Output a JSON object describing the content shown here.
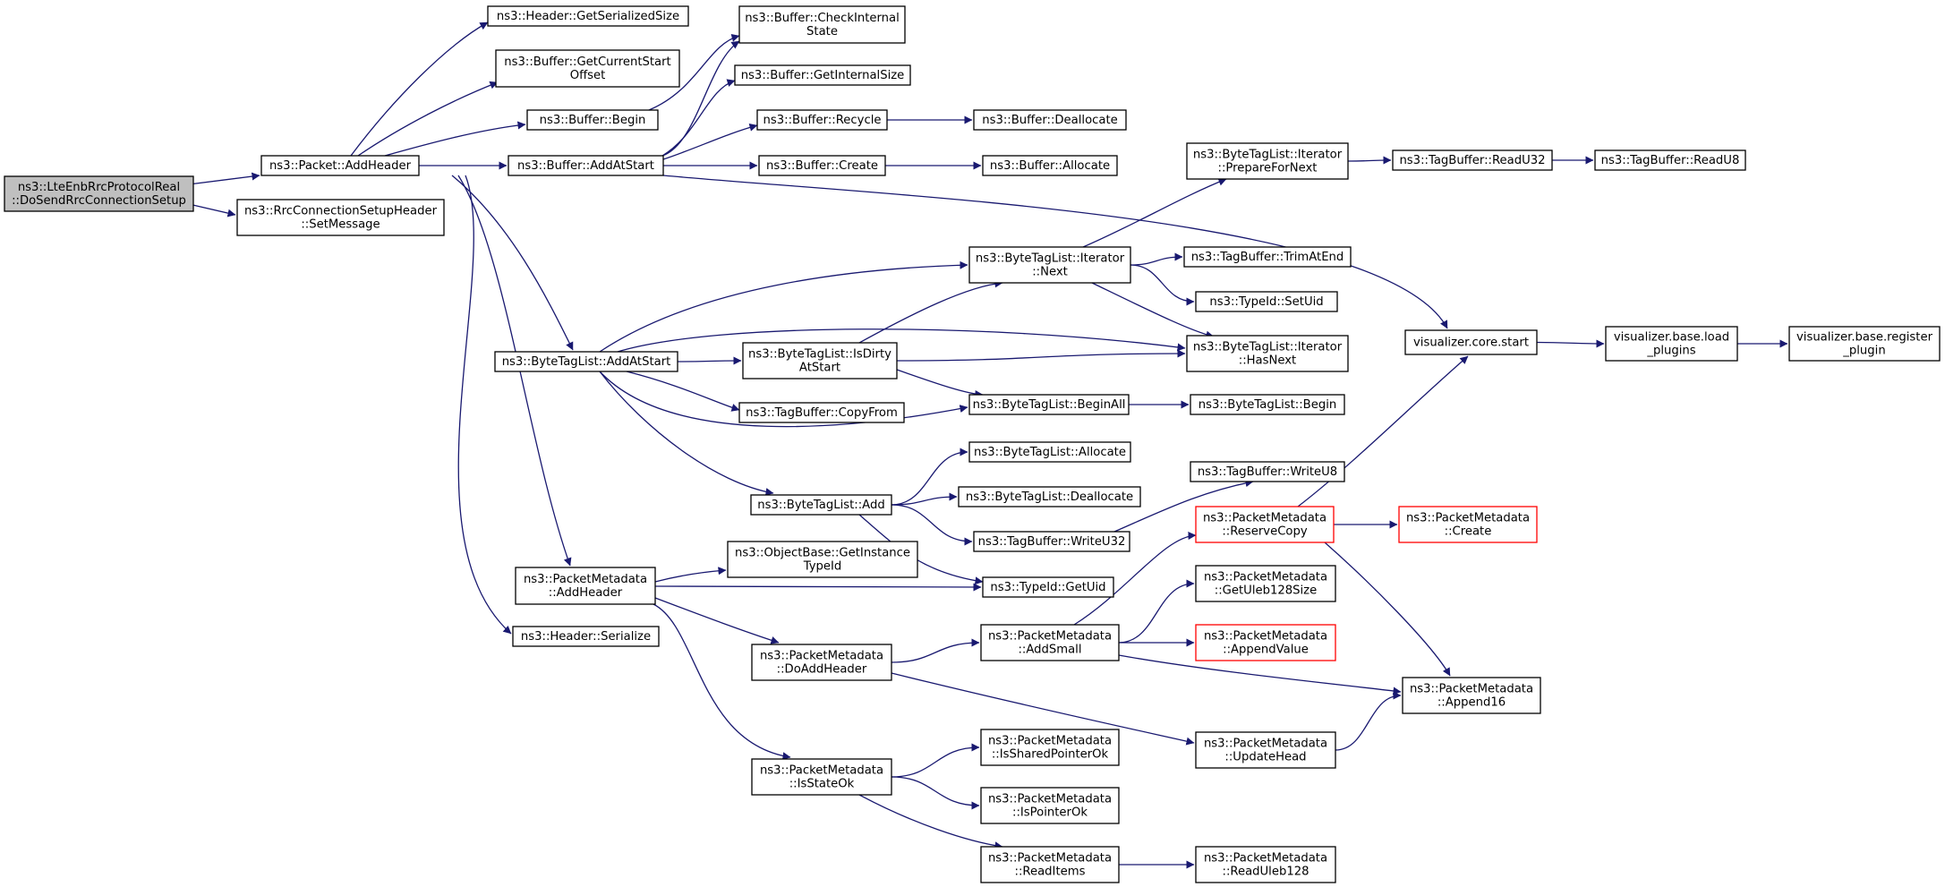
{
  "colors": {
    "edge": "#191970",
    "box_border": "#000000",
    "truncated_border": "#ff0000",
    "root_fill": "#bfbfbf",
    "node_fill": "#ffffff"
  },
  "nodes": [
    {
      "id": "root",
      "lines": [
        "ns3::LteEnbRrcProtocolReal",
        "::DoSendRrcConnectionSetup"
      ],
      "style": "root"
    },
    {
      "id": "addheader",
      "lines": [
        "ns3::Packet::AddHeader"
      ],
      "style": "normal"
    },
    {
      "id": "setmessage",
      "lines": [
        "ns3::RrcConnectionSetupHeader",
        "::SetMessage"
      ],
      "style": "normal"
    },
    {
      "id": "getserialized",
      "lines": [
        "ns3::Header::GetSerializedSize"
      ],
      "style": "normal"
    },
    {
      "id": "getcurrentstart",
      "lines": [
        "ns3::Buffer::GetCurrentStart",
        "Offset"
      ],
      "style": "normal"
    },
    {
      "id": "bufbegin",
      "lines": [
        "ns3::Buffer::Begin"
      ],
      "style": "normal"
    },
    {
      "id": "bufaddatstart",
      "lines": [
        "ns3::Buffer::AddAtStart"
      ],
      "style": "normal"
    },
    {
      "id": "btladdatstart",
      "lines": [
        "ns3::ByteTagList::AddAtStart"
      ],
      "style": "normal"
    },
    {
      "id": "pmaddheader",
      "lines": [
        "ns3::PacketMetadata",
        "::AddHeader"
      ],
      "style": "normal"
    },
    {
      "id": "hdrserialize",
      "lines": [
        "ns3::Header::Serialize"
      ],
      "style": "normal"
    },
    {
      "id": "checkinternal",
      "lines": [
        "ns3::Buffer::CheckInternal",
        "State"
      ],
      "style": "normal"
    },
    {
      "id": "getinternalsize",
      "lines": [
        "ns3::Buffer::GetInternalSize"
      ],
      "style": "normal"
    },
    {
      "id": "recycle",
      "lines": [
        "ns3::Buffer::Recycle"
      ],
      "style": "normal"
    },
    {
      "id": "bufcreate",
      "lines": [
        "ns3::Buffer::Create"
      ],
      "style": "normal"
    },
    {
      "id": "dealloc",
      "lines": [
        "ns3::Buffer::Deallocate"
      ],
      "style": "normal"
    },
    {
      "id": "bufalloc",
      "lines": [
        "ns3::Buffer::Allocate"
      ],
      "style": "normal"
    },
    {
      "id": "vizstart",
      "lines": [
        "visualizer.core.start"
      ],
      "style": "normal"
    },
    {
      "id": "vizload",
      "lines": [
        "visualizer.base.load",
        "_plugins"
      ],
      "style": "normal"
    },
    {
      "id": "vizreg",
      "lines": [
        "visualizer.base.register",
        "_plugin"
      ],
      "style": "normal"
    },
    {
      "id": "itnext",
      "lines": [
        "ns3::ByteTagList::Iterator",
        "::Next"
      ],
      "style": "normal"
    },
    {
      "id": "isdirty",
      "lines": [
        "ns3::ByteTagList::IsDirty",
        "AtStart"
      ],
      "style": "normal"
    },
    {
      "id": "copyfrom",
      "lines": [
        "ns3::TagBuffer::CopyFrom"
      ],
      "style": "normal"
    },
    {
      "id": "btladd",
      "lines": [
        "ns3::ByteTagList::Add"
      ],
      "style": "normal"
    },
    {
      "id": "preparefornext",
      "lines": [
        "ns3::ByteTagList::Iterator",
        "::PrepareForNext"
      ],
      "style": "normal"
    },
    {
      "id": "readu32",
      "lines": [
        "ns3::TagBuffer::ReadU32"
      ],
      "style": "normal"
    },
    {
      "id": "readu8",
      "lines": [
        "ns3::TagBuffer::ReadU8"
      ],
      "style": "normal"
    },
    {
      "id": "trimatend",
      "lines": [
        "ns3::TagBuffer::TrimAtEnd"
      ],
      "style": "normal"
    },
    {
      "id": "setuid",
      "lines": [
        "ns3::TypeId::SetUid"
      ],
      "style": "normal"
    },
    {
      "id": "hasnext",
      "lines": [
        "ns3::ByteTagList::Iterator",
        "::HasNext"
      ],
      "style": "normal"
    },
    {
      "id": "beginall",
      "lines": [
        "ns3::ByteTagList::BeginAll"
      ],
      "style": "normal"
    },
    {
      "id": "btlbegin",
      "lines": [
        "ns3::ByteTagList::Begin"
      ],
      "style": "normal"
    },
    {
      "id": "btlalloc",
      "lines": [
        "ns3::ByteTagList::Allocate"
      ],
      "style": "normal"
    },
    {
      "id": "btldealloc",
      "lines": [
        "ns3::ByteTagList::Deallocate"
      ],
      "style": "normal"
    },
    {
      "id": "writeu32",
      "lines": [
        "ns3::TagBuffer::WriteU32"
      ],
      "style": "normal"
    },
    {
      "id": "writeu8",
      "lines": [
        "ns3::TagBuffer::WriteU8"
      ],
      "style": "normal"
    },
    {
      "id": "getuid",
      "lines": [
        "ns3::TypeId::GetUid"
      ],
      "style": "normal"
    },
    {
      "id": "getinstancetypeid",
      "lines": [
        "ns3::ObjectBase::GetInstance",
        "TypeId"
      ],
      "style": "normal"
    },
    {
      "id": "doaddheader",
      "lines": [
        "ns3::PacketMetadata",
        "::DoAddHeader"
      ],
      "style": "normal"
    },
    {
      "id": "isstateok",
      "lines": [
        "ns3::PacketMetadata",
        "::IsStateOk"
      ],
      "style": "normal"
    },
    {
      "id": "addsmall",
      "lines": [
        "ns3::PacketMetadata",
        "::AddSmall"
      ],
      "style": "normal"
    },
    {
      "id": "reservecopy",
      "lines": [
        "ns3::PacketMetadata",
        "::ReserveCopy"
      ],
      "style": "truncated"
    },
    {
      "id": "pmcreate",
      "lines": [
        "ns3::PacketMetadata",
        "::Create"
      ],
      "style": "truncated"
    },
    {
      "id": "getuleb",
      "lines": [
        "ns3::PacketMetadata",
        "::GetUleb128Size"
      ],
      "style": "normal"
    },
    {
      "id": "appendvalue",
      "lines": [
        "ns3::PacketMetadata",
        "::AppendValue"
      ],
      "style": "truncated"
    },
    {
      "id": "append16",
      "lines": [
        "ns3::PacketMetadata",
        "::Append16"
      ],
      "style": "normal"
    },
    {
      "id": "updatehead",
      "lines": [
        "ns3::PacketMetadata",
        "::UpdateHead"
      ],
      "style": "normal"
    },
    {
      "id": "issharedptr",
      "lines": [
        "ns3::PacketMetadata",
        "::IsSharedPointerOk"
      ],
      "style": "normal"
    },
    {
      "id": "isptrok",
      "lines": [
        "ns3::PacketMetadata",
        "::IsPointerOk"
      ],
      "style": "normal"
    },
    {
      "id": "readitems",
      "lines": [
        "ns3::PacketMetadata",
        "::ReadItems"
      ],
      "style": "normal"
    },
    {
      "id": "readuleb",
      "lines": [
        "ns3::PacketMetadata",
        "::ReadUleb128"
      ],
      "style": "normal"
    }
  ],
  "edges": [
    [
      "root",
      "addheader"
    ],
    [
      "root",
      "setmessage"
    ],
    [
      "addheader",
      "getserialized"
    ],
    [
      "addheader",
      "getcurrentstart"
    ],
    [
      "addheader",
      "bufbegin"
    ],
    [
      "addheader",
      "bufaddatstart"
    ],
    [
      "addheader",
      "btladdatstart"
    ],
    [
      "addheader",
      "pmaddheader"
    ],
    [
      "addheader",
      "hdrserialize"
    ],
    [
      "bufbegin",
      "checkinternal"
    ],
    [
      "bufaddatstart",
      "checkinternal"
    ],
    [
      "bufaddatstart",
      "getinternalsize"
    ],
    [
      "bufaddatstart",
      "recycle"
    ],
    [
      "bufaddatstart",
      "bufcreate"
    ],
    [
      "bufaddatstart",
      "vizstart"
    ],
    [
      "recycle",
      "dealloc"
    ],
    [
      "bufcreate",
      "bufalloc"
    ],
    [
      "vizstart",
      "vizload"
    ],
    [
      "vizload",
      "vizreg"
    ],
    [
      "btladdatstart",
      "itnext"
    ],
    [
      "btladdatstart",
      "hasnext"
    ],
    [
      "btladdatstart",
      "isdirty"
    ],
    [
      "btladdatstart",
      "copyfrom"
    ],
    [
      "btladdatstart",
      "beginall"
    ],
    [
      "btladdatstart",
      "btladd"
    ],
    [
      "itnext",
      "preparefornext"
    ],
    [
      "itnext",
      "trimatend"
    ],
    [
      "itnext",
      "setuid"
    ],
    [
      "itnext",
      "hasnext"
    ],
    [
      "preparefornext",
      "readu32"
    ],
    [
      "readu32",
      "readu8"
    ],
    [
      "isdirty",
      "itnext"
    ],
    [
      "isdirty",
      "hasnext"
    ],
    [
      "isdirty",
      "beginall"
    ],
    [
      "beginall",
      "btlbegin"
    ],
    [
      "btladd",
      "btlalloc"
    ],
    [
      "btladd",
      "btldealloc"
    ],
    [
      "btladd",
      "writeu32"
    ],
    [
      "btladd",
      "getuid"
    ],
    [
      "writeu32",
      "writeu8"
    ],
    [
      "pmaddheader",
      "getinstancetypeid"
    ],
    [
      "pmaddheader",
      "getuid"
    ],
    [
      "pmaddheader",
      "doaddheader"
    ],
    [
      "pmaddheader",
      "isstateok"
    ],
    [
      "doaddheader",
      "addsmall"
    ],
    [
      "doaddheader",
      "updatehead"
    ],
    [
      "addsmall",
      "reservecopy"
    ],
    [
      "addsmall",
      "getuleb"
    ],
    [
      "addsmall",
      "appendvalue"
    ],
    [
      "addsmall",
      "append16"
    ],
    [
      "reservecopy",
      "vizstart"
    ],
    [
      "reservecopy",
      "pmcreate"
    ],
    [
      "reservecopy",
      "append16"
    ],
    [
      "updatehead",
      "append16"
    ],
    [
      "isstateok",
      "issharedptr"
    ],
    [
      "isstateok",
      "isptrok"
    ],
    [
      "isstateok",
      "readitems"
    ],
    [
      "readitems",
      "readuleb"
    ]
  ]
}
